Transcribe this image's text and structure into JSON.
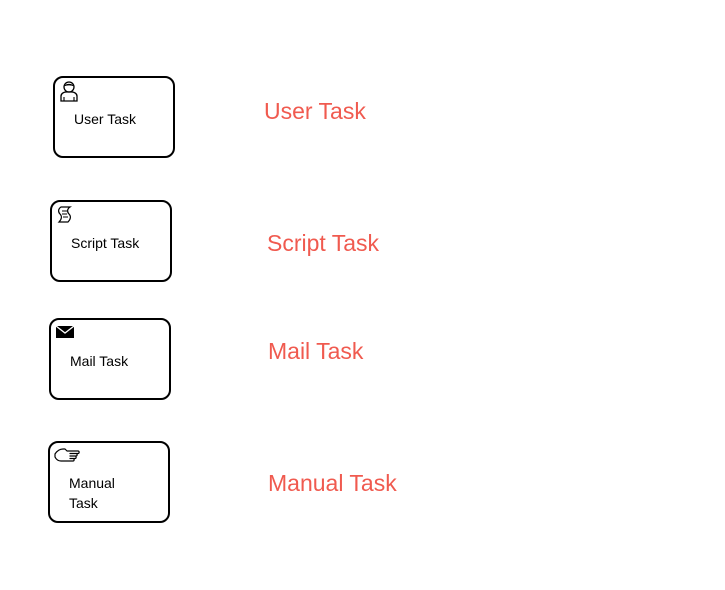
{
  "tasks": [
    {
      "label": "User Task",
      "icon": "user-icon",
      "caption": "User Task"
    },
    {
      "label": "Script Task",
      "icon": "script-icon",
      "caption": "Script Task"
    },
    {
      "label": "Mail Task",
      "icon": "envelope-icon",
      "caption": "Mail Task"
    },
    {
      "label": "Manual\nTask",
      "icon": "hand-icon",
      "caption": "Manual Task"
    }
  ],
  "colors": {
    "caption": "#f05a4f",
    "border": "#000000",
    "text": "#000000"
  }
}
